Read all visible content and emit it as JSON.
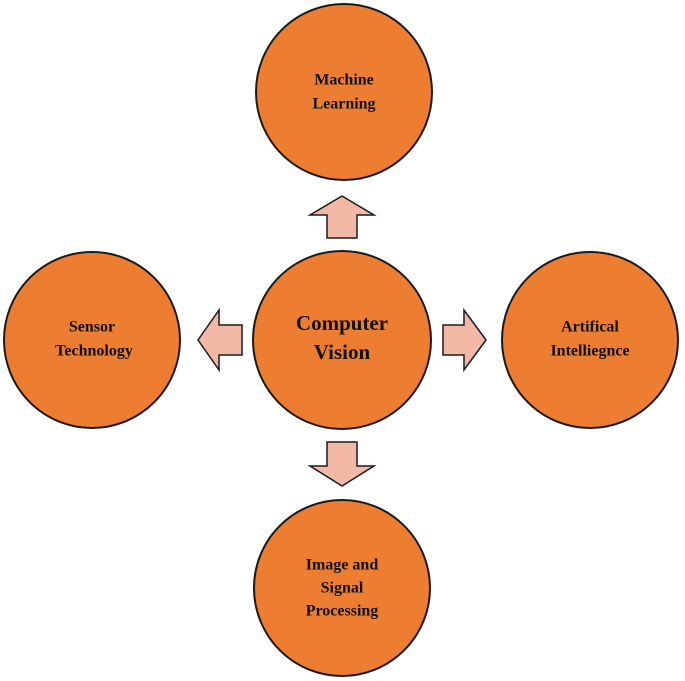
{
  "diagram": {
    "colors": {
      "node_fill": "#ed7d31",
      "arrow_fill": "#f4b8a6",
      "outline": "#1a1a1a"
    },
    "center": {
      "lines": [
        "Computer",
        "Vision"
      ]
    },
    "nodes": {
      "top": {
        "lines": [
          "Machine",
          "Learning"
        ]
      },
      "left": {
        "lines": [
          "Sensor",
          "Technology"
        ]
      },
      "right": {
        "lines": [
          "Artifical",
          "Intelliegnce"
        ]
      },
      "bottom": {
        "lines": [
          "Image and",
          "Signal",
          "Processing"
        ]
      }
    }
  }
}
